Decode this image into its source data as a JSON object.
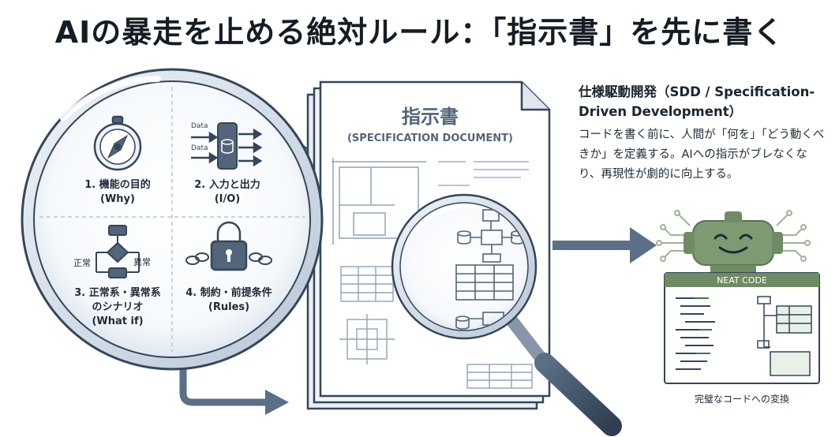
{
  "title": "AIの暴走を止める絶対ルール：「指示書」を先に書く",
  "document": {
    "heading": "指示書",
    "subheading": "(SPECIFICATION DOCUMENT)"
  },
  "lens_quadrants": [
    {
      "label_line1": "1. 機能の目的",
      "label_line2": "(Why)",
      "icon": "compass-icon"
    },
    {
      "label_line1": "2. 入力と出力",
      "label_line2": "(I/O)",
      "icon": "data-io-icon",
      "data_label_top": "Data",
      "data_label_bottom": "Data"
    },
    {
      "label_line1": "3. 正常系・異常系",
      "label_line2": "のシナリオ",
      "label_line3": "(What if)",
      "icon": "flowchart-icon",
      "branch_left": "正常",
      "branch_right": "異常"
    },
    {
      "label_line1": "4. 制約・前提条件",
      "label_line2": "(Rules)",
      "icon": "chained-lock-icon"
    }
  ],
  "description": {
    "title": "仕様駆動開発（SDD / Specification-Driven Development）",
    "body": "コードを書く前に、人間が「何を」「どう動くべきか」を定義する。AIへの指示がブレなくなり、再現性が劇的に向上する。"
  },
  "code_panel": {
    "header": "NEAT CODE",
    "caption": "完璧なコードへの変換"
  },
  "colors": {
    "ink": "#34465a",
    "accent": "#8fa4b8",
    "robot": "#7d9a72",
    "panel_header": "#6f8b63",
    "highlight": "#5fa56a"
  }
}
